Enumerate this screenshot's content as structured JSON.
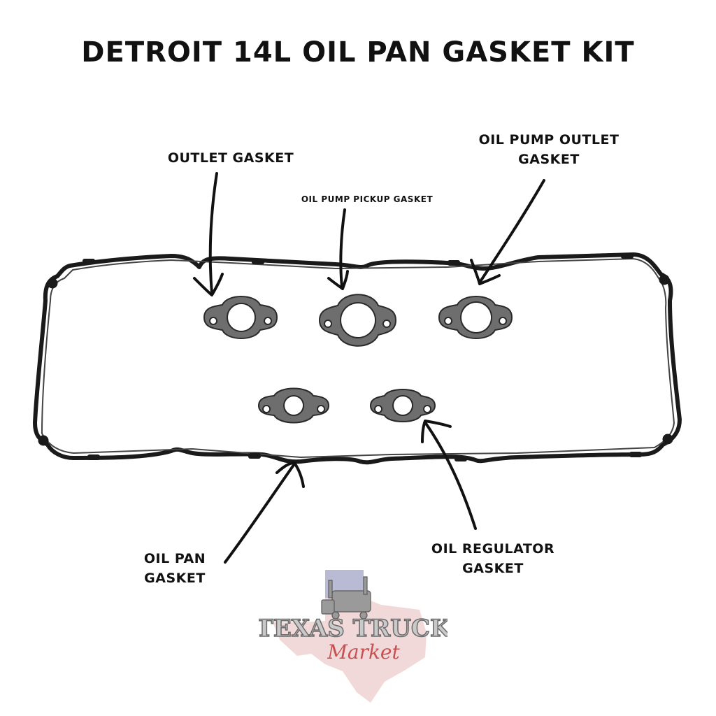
{
  "title": "DETROIT 14L OIL PAN GASKET KIT",
  "labels": {
    "outlet_gasket": "OUTLET GASKET",
    "oil_pump_pickup_gasket": "OIL PUMP PICKUP GASKET",
    "oil_pump_outlet_gasket_line1": "OIL PUMP OUTLET",
    "oil_pump_outlet_gasket_line2": "GASKET",
    "oil_pan_gasket_line1": "OIL PAN",
    "oil_pan_gasket_line2": "GASKET",
    "oil_regulator_gasket_line1": "OIL REGULATOR",
    "oil_regulator_gasket_line2": "GASKET"
  },
  "logo": {
    "text": "TEXAS TRUCK",
    "script": "Market"
  },
  "colors": {
    "ink": "#111111",
    "gasket_fill": "#6e6e6e",
    "gasket_outline": "#2a2a2a",
    "logo_red": "#c03a3a",
    "logo_blue": "#3b5aa8"
  }
}
